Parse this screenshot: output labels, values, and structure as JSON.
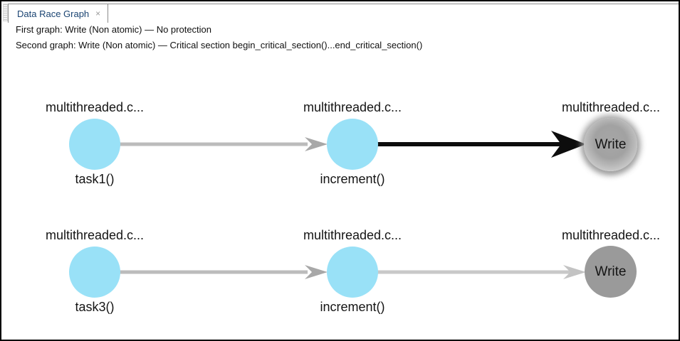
{
  "tab": {
    "title": "Data Race Graph",
    "close_label": "×"
  },
  "header": {
    "line1": "First graph: Write (Non atomic) — No protection",
    "line2": "Second graph: Write (Non atomic) — Critical section begin_critical_section()...end_critical_section()"
  },
  "colors": {
    "task_node": "#99e1f7",
    "write_node": "#9a9a9a",
    "edge_gray_line": "#bcbcbc",
    "edge_gray_head": "#a8a8a8",
    "edge_light_line": "#c8c8c8",
    "edge_light_head": "#c3c3c3",
    "edge_black": "#0d0d0d",
    "tab_text": "#1a4472"
  },
  "first_graph": {
    "nodes": [
      {
        "file": "multithreaded.c...",
        "func": "task1()"
      },
      {
        "file": "multithreaded.c...",
        "func": "increment()"
      },
      {
        "file": "multithreaded.c...",
        "access": "Write",
        "selected": true
      }
    ]
  },
  "second_graph": {
    "nodes": [
      {
        "file": "multithreaded.c...",
        "func": "task3()"
      },
      {
        "file": "multithreaded.c...",
        "func": "increment()"
      },
      {
        "file": "multithreaded.c...",
        "access": "Write",
        "selected": false
      }
    ]
  }
}
